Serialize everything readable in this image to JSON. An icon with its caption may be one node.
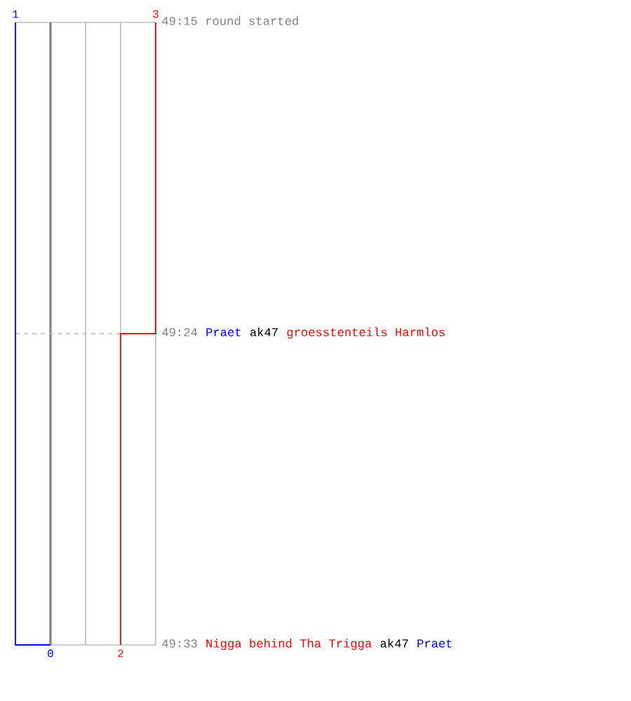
{
  "diagram": {
    "labels": [
      "1",
      "3",
      "49:15 round started",
      "49:24",
      "Praet",
      "ak47",
      "groesstenteils Harmlos",
      "49:33",
      "Nigga behind Tha Trigga",
      "ak47",
      "Praet",
      "0",
      "2"
    ]
  }
}
